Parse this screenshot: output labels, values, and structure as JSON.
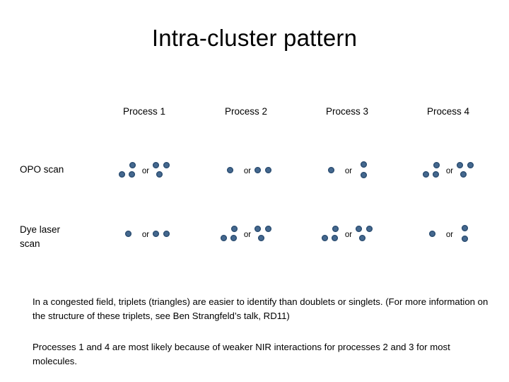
{
  "slide": {
    "title": "Intra-cluster pattern"
  },
  "matrix": {
    "column_headers": [
      {
        "label": "Process 1"
      },
      {
        "label": "Process 2"
      },
      {
        "label": "Process 3"
      },
      {
        "label": "Process 4"
      }
    ],
    "row_labels": [
      {
        "label": "OPO scan"
      },
      {
        "label": "Dye laser\nscan"
      }
    ],
    "or_label": "or",
    "dot_color": "#44688f",
    "dot_outline_color": "#2e4f72",
    "cells": [
      {
        "row": "OPO scan",
        "column": "Process 1",
        "alternatives": [
          {
            "kind": "triplet-up",
            "dots": [
              [
                18,
                3
              ],
              [
                3,
                16
              ],
              [
                17,
                16
              ]
            ]
          },
          {
            "kind": "triplet-down",
            "dots": [
              [
                3,
                3
              ],
              [
                18,
                3
              ],
              [
                8,
                16
              ]
            ]
          }
        ]
      },
      {
        "row": "OPO scan",
        "column": "Process 2",
        "alternatives": [
          {
            "kind": "singlet",
            "dots": [
              [
                12,
                10
              ]
            ]
          },
          {
            "kind": "doublet-horizontal",
            "dots": [
              [
                3,
                10
              ],
              [
                18,
                10
              ]
            ]
          }
        ]
      },
      {
        "row": "OPO scan",
        "column": "Process 3",
        "alternatives": [
          {
            "kind": "singlet",
            "dots": [
              [
                12,
                10
              ]
            ]
          },
          {
            "kind": "doublet-vertical",
            "dots": [
              [
                10,
                2
              ],
              [
                10,
                17
              ]
            ]
          }
        ]
      },
      {
        "row": "OPO scan",
        "column": "Process 4",
        "alternatives": [
          {
            "kind": "triplet-up",
            "dots": [
              [
                18,
                3
              ],
              [
                3,
                16
              ],
              [
                17,
                16
              ]
            ]
          },
          {
            "kind": "triplet-down",
            "dots": [
              [
                3,
                3
              ],
              [
                18,
                3
              ],
              [
                8,
                16
              ]
            ]
          }
        ]
      },
      {
        "row": "Dye laser scan",
        "column": "Process 1",
        "alternatives": [
          {
            "kind": "singlet",
            "dots": [
              [
                12,
                10
              ]
            ]
          },
          {
            "kind": "doublet-horizontal",
            "dots": [
              [
                3,
                10
              ],
              [
                18,
                10
              ]
            ]
          }
        ]
      },
      {
        "row": "Dye laser scan",
        "column": "Process 2",
        "alternatives": [
          {
            "kind": "triplet-up",
            "dots": [
              [
                18,
                3
              ],
              [
                3,
                16
              ],
              [
                17,
                16
              ]
            ]
          },
          {
            "kind": "triplet-down",
            "dots": [
              [
                3,
                3
              ],
              [
                18,
                3
              ],
              [
                8,
                16
              ]
            ]
          }
        ]
      },
      {
        "row": "Dye laser scan",
        "column": "Process 3",
        "alternatives": [
          {
            "kind": "triplet-up",
            "dots": [
              [
                18,
                3
              ],
              [
                3,
                16
              ],
              [
                17,
                16
              ]
            ]
          },
          {
            "kind": "triplet-down",
            "dots": [
              [
                3,
                3
              ],
              [
                18,
                3
              ],
              [
                8,
                16
              ]
            ]
          }
        ]
      },
      {
        "row": "Dye laser scan",
        "column": "Process 4",
        "alternatives": [
          {
            "kind": "singlet",
            "dots": [
              [
                12,
                10
              ]
            ]
          },
          {
            "kind": "doublet-vertical",
            "dots": [
              [
                10,
                2
              ],
              [
                10,
                17
              ]
            ]
          }
        ]
      }
    ]
  },
  "notes": [
    {
      "id": "note-triplets",
      "text": "In a congested field, triplets (triangles) are easier to identify than doublets or singlets. (For more information on the structure of these triplets, see Ben Strangfeld’s talk, RD11)"
    },
    {
      "id": "note-processes",
      "text": "Processes 1 and 4 are most likely because of weaker NIR interactions for processes 2 and 3 for most molecules."
    }
  ]
}
